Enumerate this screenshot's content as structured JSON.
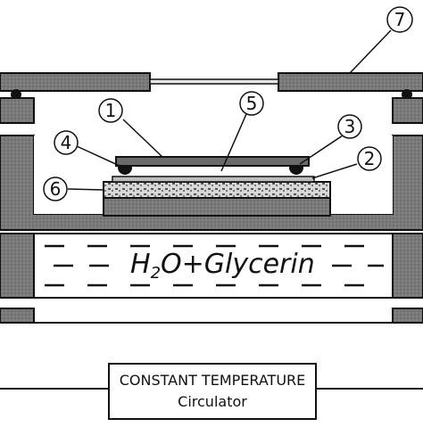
{
  "labels": {
    "l1": "1",
    "l2": "2",
    "l3": "3",
    "l4": "4",
    "l5": "5",
    "l6": "6",
    "l7": "7"
  },
  "bath": {
    "h": "H",
    "sub": "2",
    "rest": "O+Glycerin"
  },
  "circulator": {
    "line1": "CONSTANT TEMPERATURE",
    "line2": "Circulator"
  },
  "colors": {
    "block": "#6f6f6f",
    "dark": "#2b2b2b",
    "outline": "#111111",
    "sample": "#c9c9c9"
  }
}
